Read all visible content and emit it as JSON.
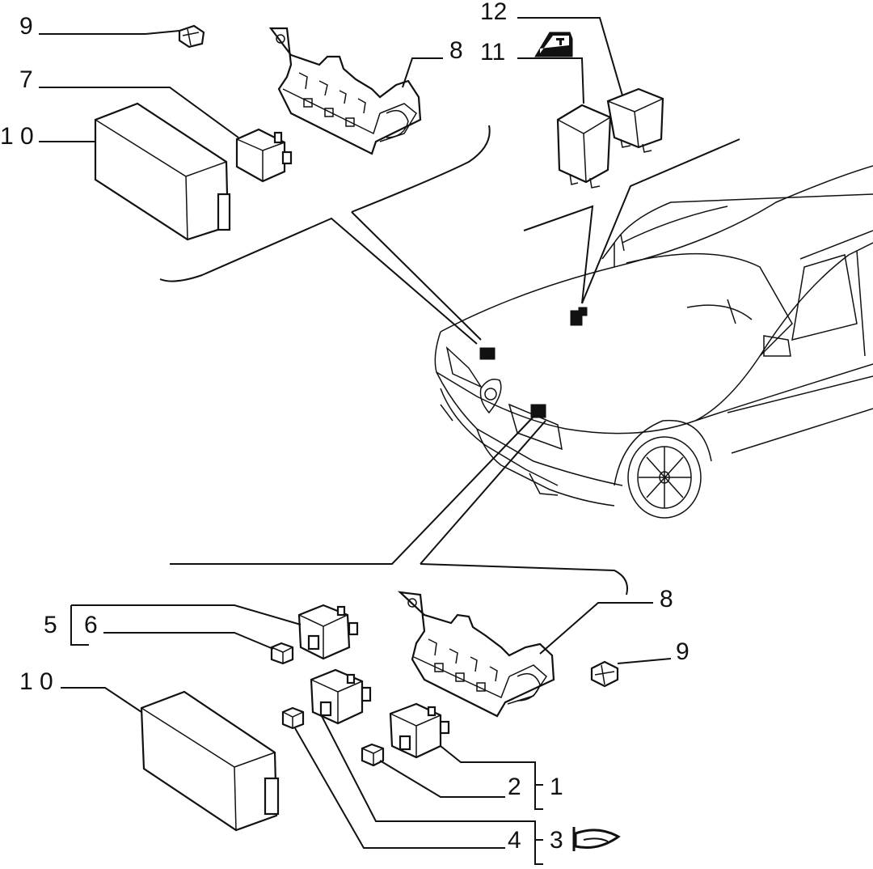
{
  "callouts": {
    "c1": "1",
    "c2": "2",
    "c3": "3",
    "c4": "4",
    "c5": "5",
    "c6": "6",
    "c7": "7",
    "c8_top": "8",
    "c8_bottom": "8",
    "c9_top": "9",
    "c9_bottom": "9",
    "c10_top": "1 0",
    "c10_bottom": "1 0",
    "c11": "11",
    "c12": "12"
  },
  "icons": {
    "door": "door-icon",
    "horn": "horn-icon"
  },
  "colors": {
    "line": "#111111",
    "background": "#ffffff"
  }
}
